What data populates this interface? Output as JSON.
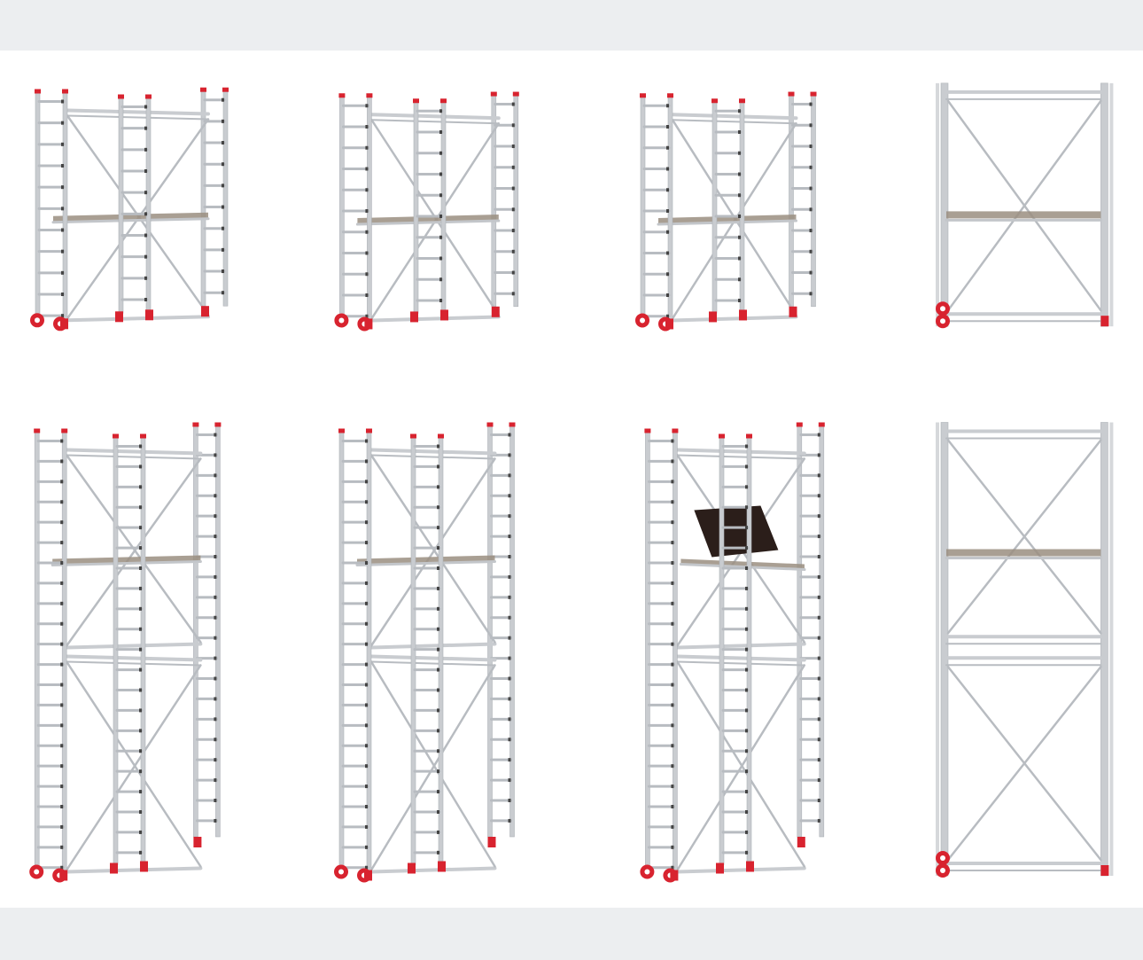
{
  "image": {
    "subject": "aluminium-scaffold-configurations",
    "background_color": "#ffffff",
    "band_color": "#eceef0",
    "frame_color": "#c9ccd0",
    "rung_color": "#b8bcc1",
    "foot_color": "#d8232f",
    "board_color": "#9a8e80",
    "trapdoor_color": "#2b1e1a"
  },
  "scaffolds": [
    {
      "id": "s1",
      "row": 1,
      "variant": "iso",
      "sections": 1,
      "wheels": true
    },
    {
      "id": "s2",
      "row": 1,
      "variant": "iso",
      "sections": 1,
      "wheels": true
    },
    {
      "id": "s3",
      "row": 1,
      "variant": "iso-wide",
      "sections": 1,
      "wheels": true
    },
    {
      "id": "s4",
      "row": 1,
      "variant": "side",
      "sections": 1,
      "wheels": true
    },
    {
      "id": "s5",
      "row": 2,
      "variant": "iso",
      "sections": 2,
      "wheels": true
    },
    {
      "id": "s6",
      "row": 2,
      "variant": "iso",
      "sections": 2,
      "wheels": true
    },
    {
      "id": "s7",
      "row": 2,
      "variant": "iso-trapdoor",
      "sections": 2,
      "wheels": true
    },
    {
      "id": "s8",
      "row": 2,
      "variant": "side",
      "sections": 2,
      "wheels": true
    }
  ]
}
